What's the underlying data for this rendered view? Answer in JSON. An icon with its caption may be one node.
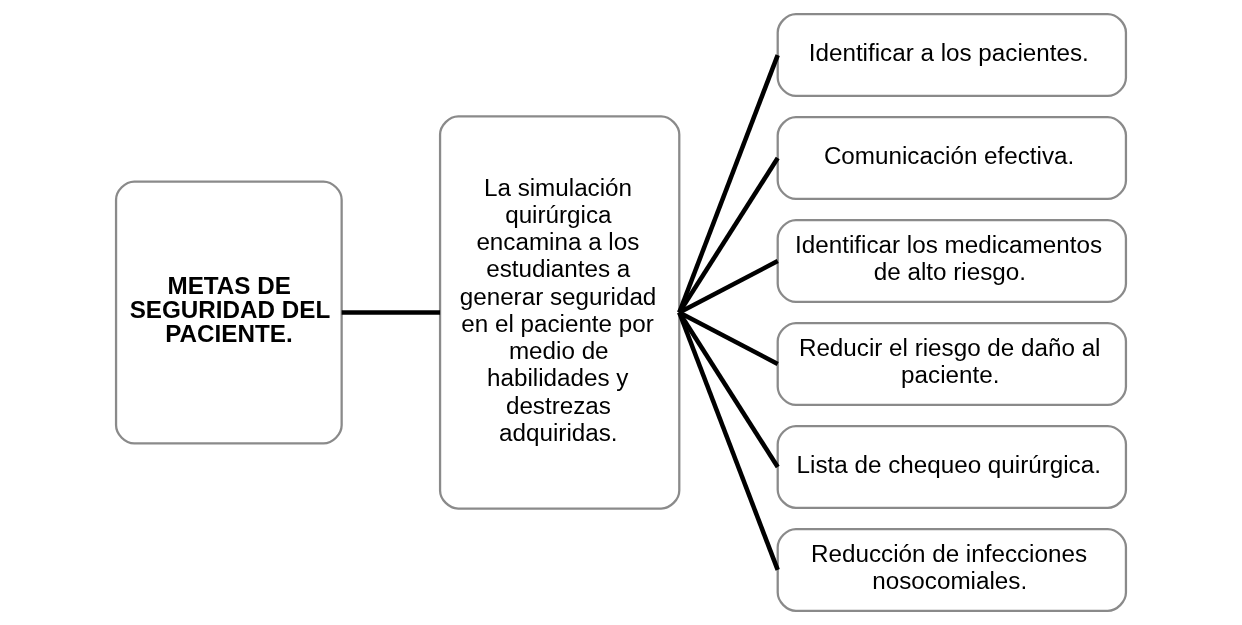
{
  "diagram": {
    "nodes": [
      {
        "text": [
          "METAS DE SEGURIDAD DEL PACIENTE."
        ]
      },
      {
        "text": [
          "La simulación quirúrgica encamina a los estudiantes a generar seguridad en el paciente por medio de habilidades y destrezas adquiridas."
        ]
      },
      {
        "text": [
          "Identificar a los pacientes."
        ]
      },
      {
        "text": [
          "Comunicación efectiva."
        ]
      },
      {
        "text": [
          "Identificar los medicamentos de alto riesgo."
        ]
      },
      {
        "text": [
          "Reducir el riesgo de daño al paciente."
        ]
      },
      {
        "text": [
          "Lista de chequeo quirúrgica."
        ]
      },
      {
        "text": [
          "Reducción de infecciones nosocomiales."
        ]
      }
    ],
    "edges": [
      {
        "from": 0,
        "to": 1,
        "arrow": "none"
      },
      {
        "from": 1,
        "to": 2,
        "arrow": "none"
      },
      {
        "from": 1,
        "to": 3,
        "arrow": "none"
      },
      {
        "from": 1,
        "to": 4,
        "arrow": "none"
      },
      {
        "from": 1,
        "to": 5,
        "arrow": "none"
      },
      {
        "from": 1,
        "to": 6,
        "arrow": "none"
      },
      {
        "from": 1,
        "to": 7,
        "arrow": "none"
      }
    ]
  }
}
